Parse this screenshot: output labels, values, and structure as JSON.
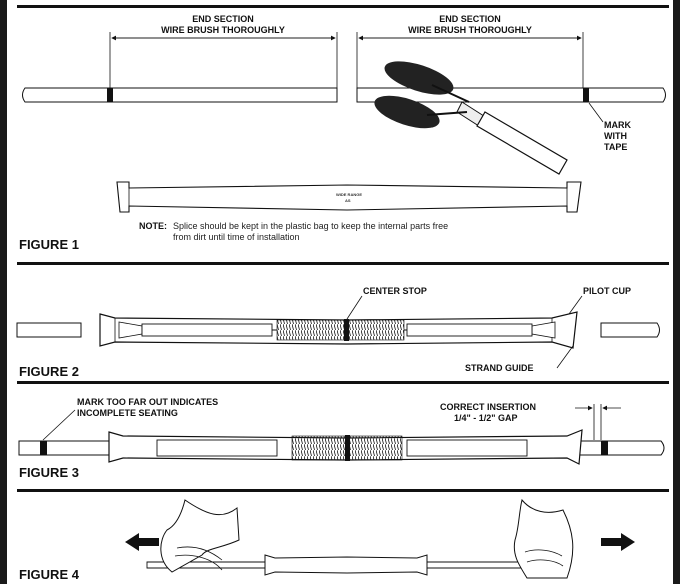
{
  "figure1": {
    "left_label_1": "END SECTION",
    "left_label_2": "WIRE BRUSH THOROUGHLY",
    "right_label_1": "END SECTION",
    "right_label_2": "WIRE BRUSH THOROUGHLY",
    "mark_label_1": "MARK",
    "mark_label_2": "WITH",
    "mark_label_3": "TAPE",
    "splice_text_1": "WIDE RANGE",
    "splice_text_2": "AS",
    "note_label": "NOTE:",
    "note_line_1": "Splice should be kept in the plastic bag to keep the internal parts free",
    "note_line_2": "from dirt until time of installation",
    "caption": "FIGURE 1"
  },
  "figure2": {
    "center_stop": "CENTER STOP",
    "pilot_cup": "PILOT CUP",
    "strand_guide": "STRAND GUIDE",
    "caption": "FIGURE 2"
  },
  "figure3": {
    "mark_line_1": "MARK TOO FAR OUT INDICATES",
    "mark_line_2": "INCOMPLETE SEATING",
    "correct_line_1": "CORRECT INSERTION",
    "correct_line_2": "1/4\" - 1/2\" GAP",
    "caption": "FIGURE 3"
  },
  "figure4": {
    "caption": "FIGURE 4"
  },
  "colors": {
    "ink": "#111111",
    "background": "#ffffff",
    "frame": "#1a1a1a"
  }
}
